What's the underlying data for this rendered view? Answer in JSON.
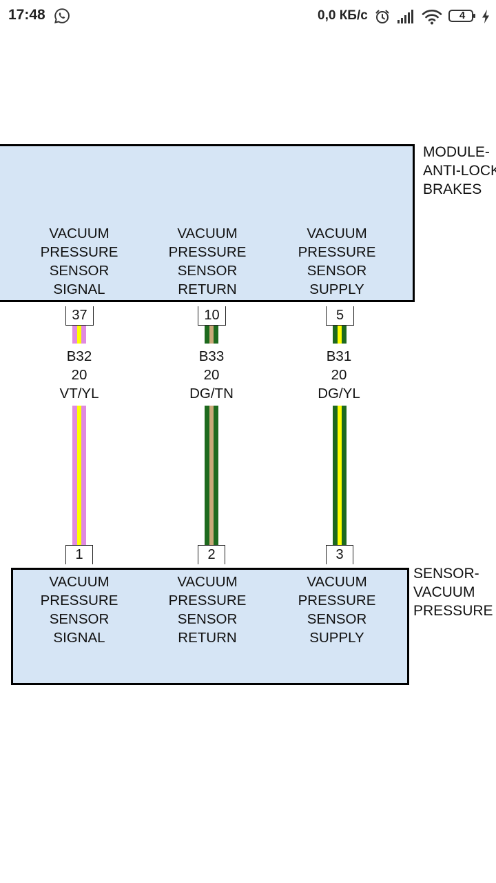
{
  "status_bar": {
    "time": "17:48",
    "network_speed": "0,0 КБ/с",
    "battery_level": "4",
    "icons": [
      "whatsapp-icon",
      "alarm-icon",
      "signal-icon",
      "wifi-icon",
      "battery-icon",
      "charging-icon"
    ]
  },
  "module": {
    "title": "MODULE-\nANTI-LOCK\nBRAKES",
    "pins": [
      {
        "label": "VACUUM\nPRESSURE\nSENSOR\nSIGNAL",
        "number": "37"
      },
      {
        "label": "VACUUM\nPRESSURE\nSENSOR\nRETURN",
        "number": "10"
      },
      {
        "label": "VACUUM\nPRESSURE\nSENSOR\nSUPPLY",
        "number": "5"
      }
    ]
  },
  "wires": [
    {
      "circuit": "B32",
      "gauge": "20",
      "color_code": "VT/YL",
      "base_color": "#e08ae0",
      "stripe_color": "#ffff00"
    },
    {
      "circuit": "B33",
      "gauge": "20",
      "color_code": "DG/TN",
      "base_color": "#1e6a1e",
      "stripe_color": "#c9a878"
    },
    {
      "circuit": "B31",
      "gauge": "20",
      "color_code": "DG/YL",
      "base_color": "#1e6a1e",
      "stripe_color": "#ffff00"
    }
  ],
  "sensor": {
    "title": "SENSOR-\nVACUUM\nPRESSURE",
    "pins": [
      {
        "label": "VACUUM\nPRESSURE\nSENSOR\nSIGNAL",
        "number": "1"
      },
      {
        "label": "VACUUM\nPRESSURE\nSENSOR\nRETURN",
        "number": "2"
      },
      {
        "label": "VACUUM\nPRESSURE\nSENSOR\nSUPPLY",
        "number": "3"
      }
    ]
  },
  "colors": {
    "box_fill": "#d6e5f5",
    "box_border": "#000000"
  }
}
